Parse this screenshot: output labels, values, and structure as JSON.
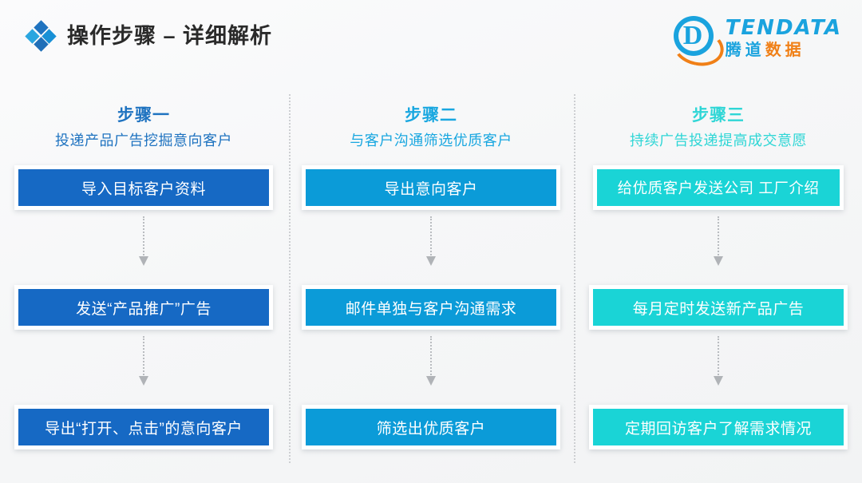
{
  "header": {
    "title": "操作步骤 – 详细解析",
    "diamond_icon": "diamond-cluster-icon",
    "logo": {
      "mark_letter": "D",
      "name_en": "TENDATA",
      "name_cn_blue": "腾道",
      "name_cn_orange": "数据",
      "colors": {
        "blue": "#1aa3de",
        "orange": "#f08017"
      }
    }
  },
  "theme": {
    "background": "#f7f8f9",
    "title_color": "#2a2a2a",
    "column_colors": [
      "#1f73c0",
      "#19a7e0",
      "#2fd6d6"
    ],
    "node_colors": [
      "#1669c4",
      "#0b9bd8",
      "#1ad4d6"
    ],
    "connector_color": "#b9bcc0",
    "separator_color": "#cdcfd2"
  },
  "columns": [
    {
      "step_title": "步骤一",
      "step_subtitle": "投递产品广告挖掘意向客户",
      "nodes": [
        "导入目标客户资料",
        "发送“产品推广”广告",
        "导出“打开、点击”的意向客户"
      ]
    },
    {
      "step_title": "步骤二",
      "step_subtitle": "与客户沟通筛选优质客户",
      "nodes": [
        "导出意向客户",
        "邮件单独与客户沟通需求",
        "筛选出优质客户"
      ]
    },
    {
      "step_title": "步骤三",
      "step_subtitle": "持续广告投递提高成交意愿",
      "nodes": [
        "给优质客户发送公司 工厂介绍",
        "每月定时发送新产品广告",
        "定期回访客户了解需求情况"
      ]
    }
  ]
}
